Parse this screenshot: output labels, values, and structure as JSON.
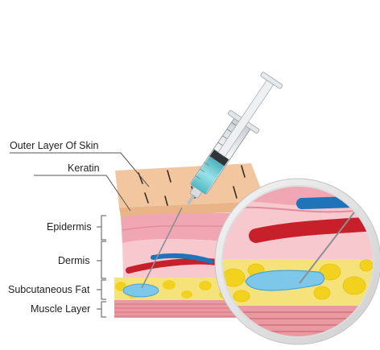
{
  "labels": {
    "outer_layer": "Outer Layer Of Skin",
    "keratin": "Keratin",
    "epidermis": "Epidermis",
    "dermis": "Dermis",
    "subcutaneous_fat": "Subcutaneous Fat",
    "muscle_layer": "Muscle Layer"
  },
  "colors": {
    "skin_surface": "#f2c7a0",
    "epidermis": "#f0a7b3",
    "dermis": "#f7c9cf",
    "fat": "#f6e27a",
    "fat_globule": "#f3d21f",
    "muscle": "#e99aa0",
    "artery": "#c8202b",
    "vein": "#1f73b8",
    "injected_fluid": "#7cc7ea",
    "syringe_fluid": "#5fc6cf",
    "hair": "#3a2d26"
  },
  "icons": {
    "syringe": "syringe-icon",
    "magnifier": "magnifier-circle"
  }
}
